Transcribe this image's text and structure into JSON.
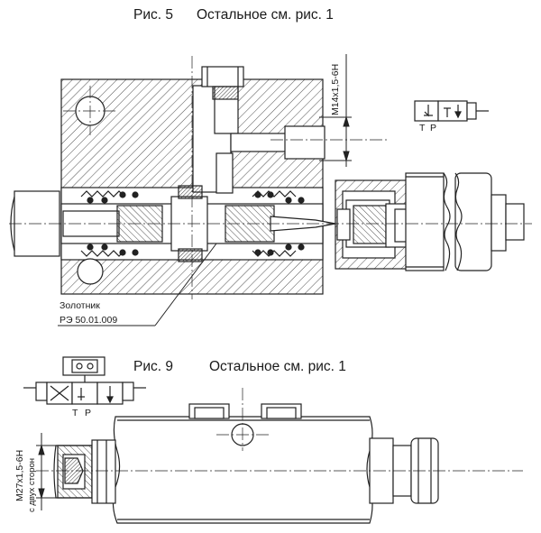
{
  "fig5": {
    "caption": "Рис. 5",
    "note": "Остальное см. рис. 1",
    "thread_label": "M14x1,5-6H",
    "part_label": "Золотник",
    "part_code": "РЭ 50.01.009",
    "port_t": "T",
    "port_p": "P"
  },
  "fig9": {
    "caption": "Рис. 9",
    "note": "Остальное см. рис. 1",
    "thread_label": "M27x1,5-6H",
    "sides_note": "с двух сторон",
    "port_t": "T",
    "port_p": "P"
  }
}
